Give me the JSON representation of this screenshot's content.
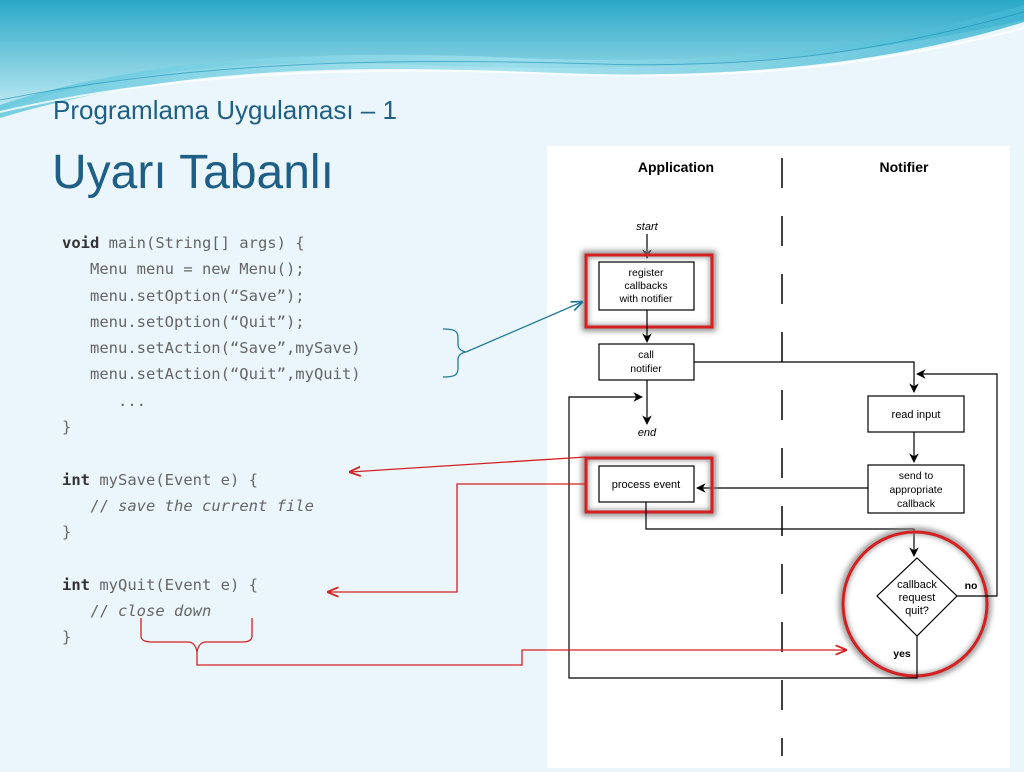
{
  "slide": {
    "subtitle": "Programlama Uygulaması – 1",
    "title": "Uyarı Tabanlı"
  },
  "code": {
    "lines": [
      {
        "kw": "void",
        "text": " main(String[] args) {"
      },
      {
        "text": "   Menu menu = new Menu();"
      },
      {
        "text": "   menu.setOption(“Save”);"
      },
      {
        "text": "   menu.setOption(“Quit”);"
      },
      {
        "text": "   menu.setAction(“Save”,mySave)"
      },
      {
        "text": "   menu.setAction(“Quit”,myQuit)"
      },
      {
        "text": "      ..."
      },
      {
        "text": "}"
      },
      {
        "text": ""
      },
      {
        "kw": "int",
        "text": " mySave(Event e) {"
      },
      {
        "text": "   // ",
        "comment": "save the current file"
      },
      {
        "text": "}"
      },
      {
        "text": ""
      },
      {
        "kw": "int",
        "text": " myQuit(Event e) {"
      },
      {
        "text": "   // ",
        "comment": "close down"
      },
      {
        "text": "}"
      }
    ]
  },
  "diagram": {
    "col_application": "Application",
    "col_notifier": "Notifier",
    "start": "start",
    "end": "end",
    "register": [
      "register",
      "callbacks",
      "with notifier"
    ],
    "call": [
      "call",
      "notifier"
    ],
    "read_input": "read input",
    "process_event": "process event",
    "send": [
      "send to",
      "appropriate",
      "callback"
    ],
    "decision": [
      "callback",
      "request",
      "quit?"
    ],
    "no": "no",
    "yes": "yes"
  },
  "colors": {
    "title": "#1f5f86",
    "highlight": "#d42020",
    "connector_blue": "#1f7a9c"
  }
}
